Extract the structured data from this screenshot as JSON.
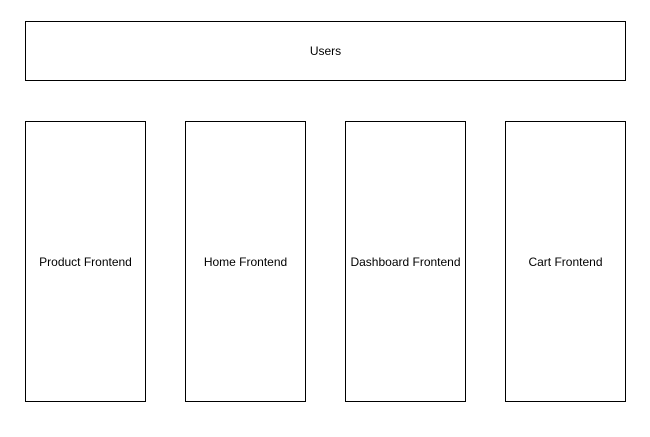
{
  "users": {
    "label": "Users"
  },
  "frontends": [
    {
      "label": "Product Frontend"
    },
    {
      "label": "Home Frontend"
    },
    {
      "label": "Dashboard Frontend"
    },
    {
      "label": "Cart Frontend"
    }
  ],
  "colors": {
    "stroke": "#000000",
    "fill": "#ffffff",
    "text": "#000000"
  }
}
